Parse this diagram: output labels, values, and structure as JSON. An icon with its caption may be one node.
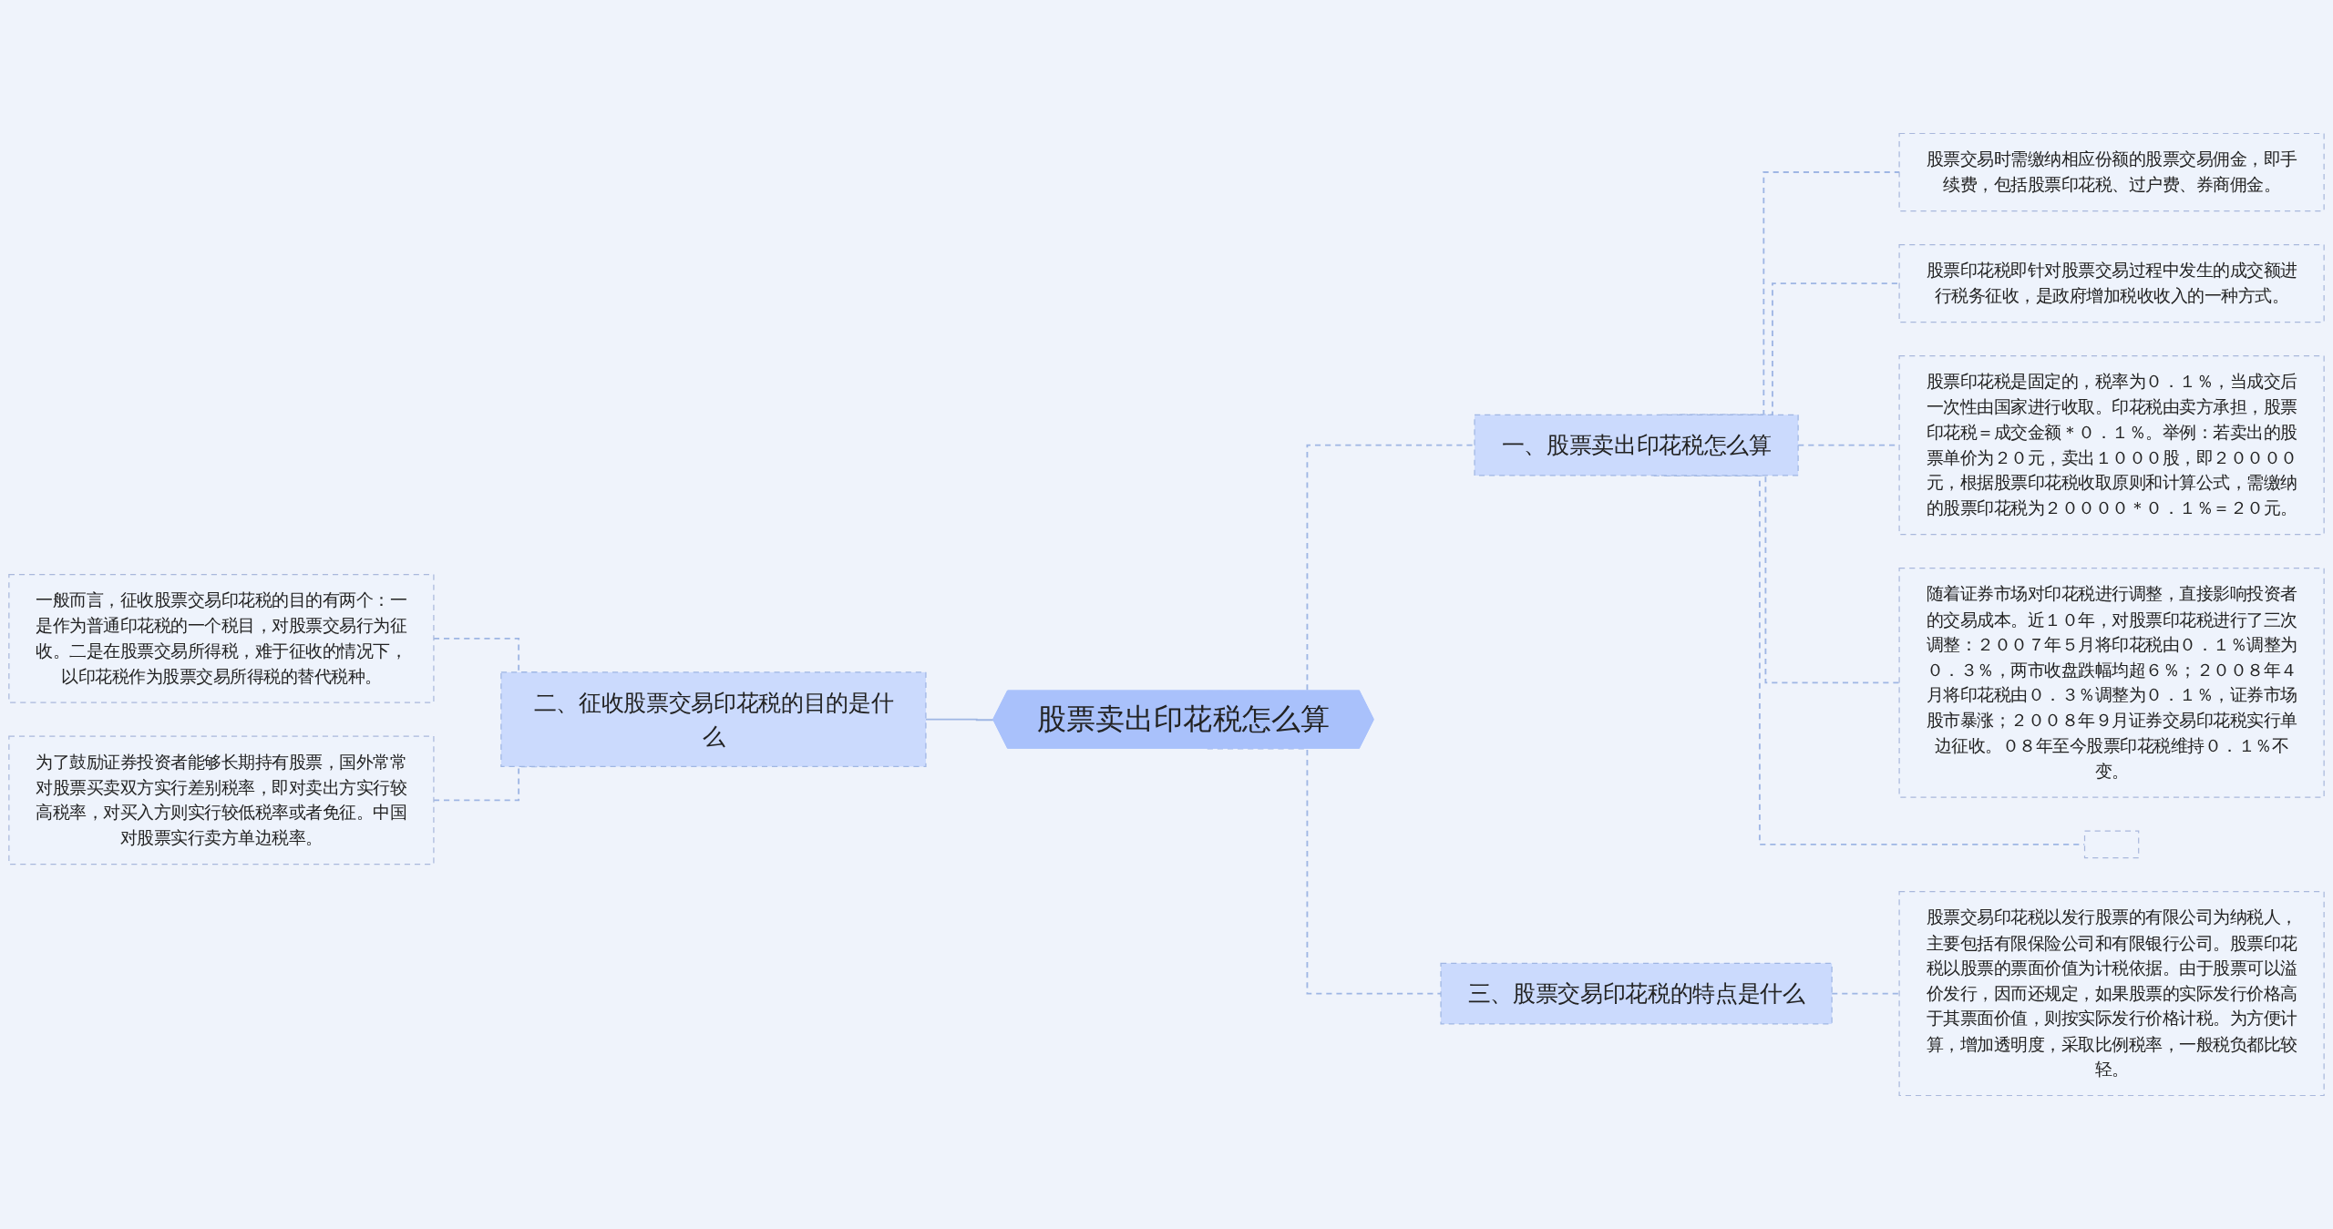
{
  "diagram": {
    "nodes": [
      {
        "text": [
          "股票卖出印花税怎么算"
        ]
      },
      {
        "text": [
          "一、股票卖出印花税怎么算"
        ]
      },
      {
        "text": [
          "股票交易时需缴纳相应份额的股票交易佣金，即手续费，包括股票印花税、过户费、券商佣金。"
        ]
      },
      {
        "text": [
          "股票印花税即针对股票交易过程中发生的成交额进行税务征收，是政府增加税收收入的一种方式。"
        ]
      },
      {
        "text": [
          "股票印花税是固定的，税率为０．１％，当成交后一次性由国家进行收取。印花税由卖方承担，股票印花税＝成交金额＊０．１％。举例：若卖出的股票单价为２０元，卖出１０００股，即２００００元，根据股票印花税收取原则和计算公式，需缴纳的股票印花税为２００００＊０．１％＝２０元。"
        ]
      },
      {
        "text": [
          "随着证券市场对印花税进行调整，直接影响投资者的交易成本。近１０年，对股票印花税进行了三次调整：２００７年５月将印花税由０．１％调整为０．３％，两市收盘跌幅均超６％；２００８年４月将印花税由０．３％调整为０．１％，证券市场股市暴涨；２００８年９月证券交易印花税实行单边征收。０８年至今股票印花税维持０．１％不变。"
        ]
      },
      {
        "text": [],
        "shape": "box"
      },
      {
        "text": [
          "二、征收股票交易印花税的目的是什么"
        ]
      },
      {
        "text": [
          "一般而言，征收股票交易印花税的目的有两个：一是作为普通印花税的一个税目，对股票交易行为征收。二是在股票交易所得税，难于征收的情况下，以印花税作为股票交易所得税的替代税种。"
        ]
      },
      {
        "text": [
          "为了鼓励证券投资者能够长期持有股票，国外常常对股票买卖双方实行差别税率，即对卖出方实行较高税率，对买入方则实行较低税率或者免征。中国对股票实行卖方单边税率。"
        ]
      },
      {
        "text": [
          "三、股票交易印花税的特点是什么"
        ]
      },
      {
        "text": [
          "股票交易印花税以发行股票的有限公司为纳税人，主要包括有限保险公司和有限银行公司。股票印花税以股票的票面价值为计税依据。由于股票可以溢价发行，因而还规定，如果股票的实际发行价格高于其票面价值，则按实际发行价格计税。为方便计算，增加透明度，采取比例税率，一般税负都比较轻。"
        ]
      }
    ],
    "edges": [
      {
        "from": 0,
        "to": 1,
        "arrow": "none",
        "style": "dashed"
      },
      {
        "from": 1,
        "to": 2,
        "arrow": "none",
        "style": "dashed"
      },
      {
        "from": 1,
        "to": 3,
        "arrow": "none",
        "style": "dashed"
      },
      {
        "from": 1,
        "to": 4,
        "arrow": "none",
        "style": "dashed"
      },
      {
        "from": 1,
        "to": 5,
        "arrow": "none",
        "style": "dashed"
      },
      {
        "from": 1,
        "to": 6,
        "arrow": "none",
        "style": "dashed"
      },
      {
        "from": 0,
        "to": 7,
        "arrow": "none"
      },
      {
        "from": 7,
        "to": 8,
        "arrow": "none",
        "style": "dashed"
      },
      {
        "from": 7,
        "to": 9,
        "arrow": "none",
        "style": "dashed"
      },
      {
        "from": 0,
        "to": 10,
        "arrow": "none",
        "style": "dashed"
      },
      {
        "from": 10,
        "to": 11,
        "arrow": "none",
        "style": "dashed"
      }
    ]
  }
}
